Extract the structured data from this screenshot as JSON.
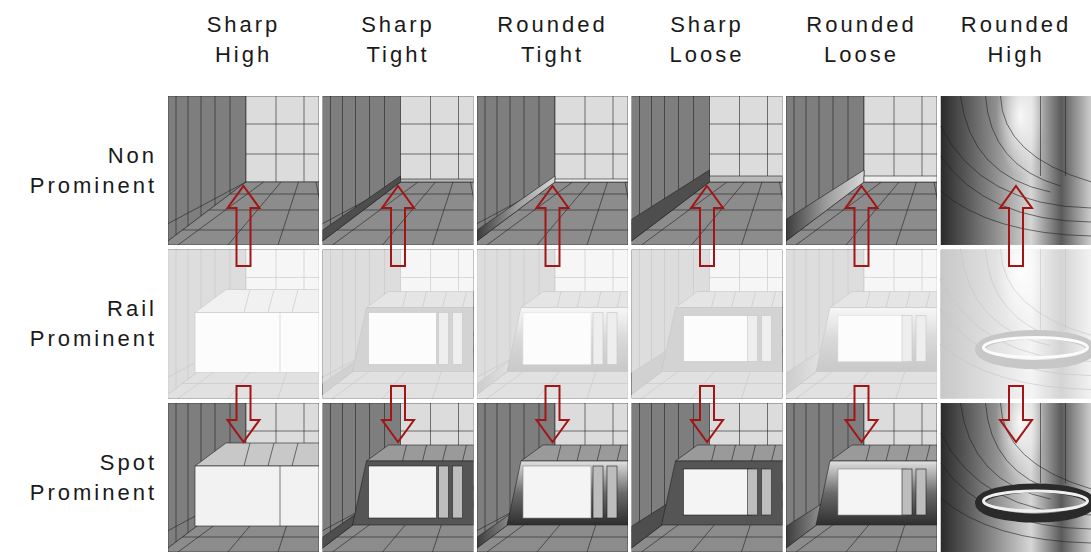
{
  "diagram": {
    "labels": [
      "Sharp High",
      "Sharp Tight",
      "Rounded Tight",
      "Sharp Loose",
      "Rounded Loose",
      "Rounded High",
      "Non Prominent",
      "Rail Prominent",
      "Spot Prominent"
    ]
  }
}
